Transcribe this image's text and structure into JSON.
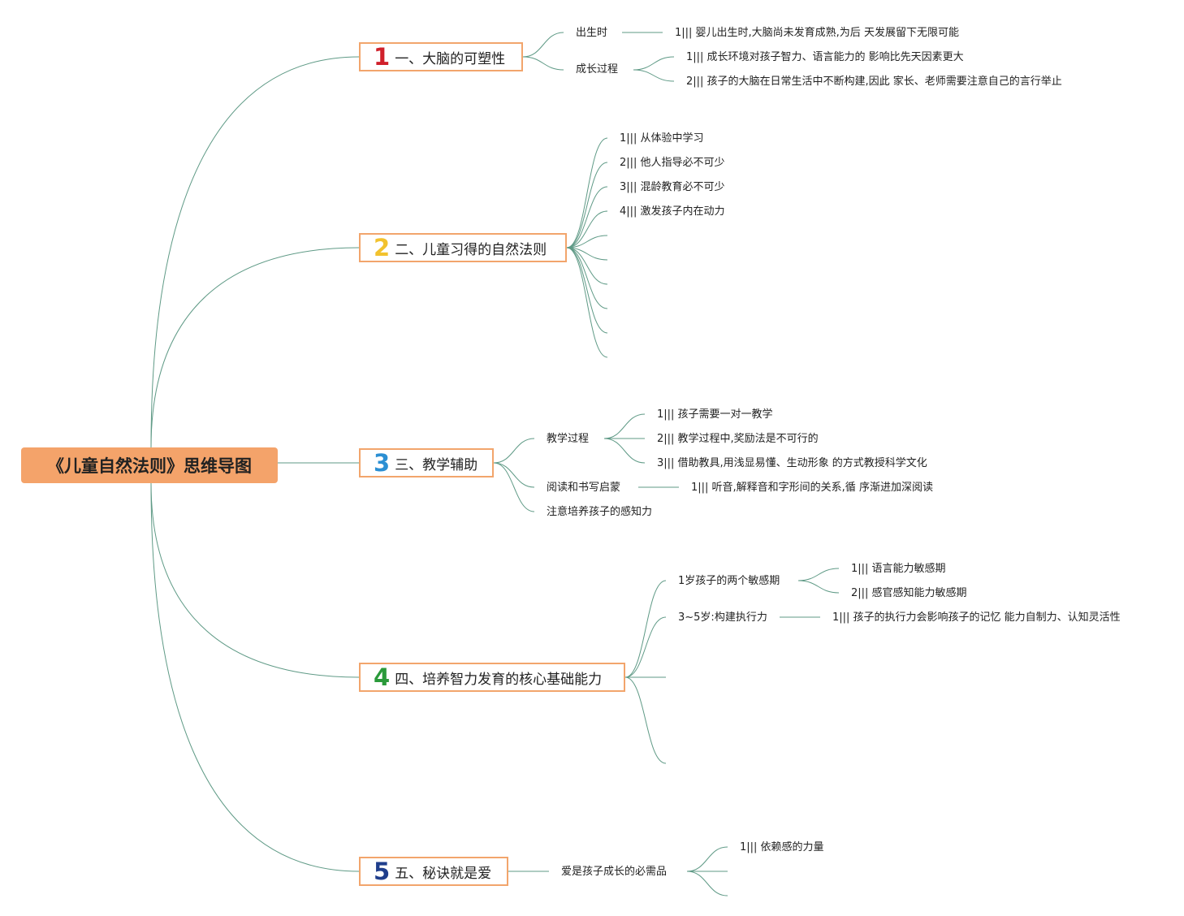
{
  "root": {
    "label": "《儿童自然法则》思维导图"
  },
  "branches": [
    {
      "number": "1",
      "number_color": "#d0202b",
      "label": "一、大脑的可塑性",
      "children": [
        {
          "label": "出生时",
          "items": [
            "1||| 婴儿出生时,大脑尚未发育成熟,为后 天发展留下无限可能"
          ]
        },
        {
          "label": "成长过程",
          "items": [
            "1||| 成长环境对孩子智力、语言能力的 影响比先天因素更大",
            "2||| 孩子的大脑在日常生活中不断构建,因此 家长、老师需要注意自己的言行举止"
          ]
        }
      ]
    },
    {
      "number": "2",
      "number_color": "#f2c22e",
      "label": "二、儿童习得的自然法则",
      "items": [
        "1||| 从体验中学习",
        "2||| 他人指导必不可少",
        "3||| 混龄教育必不可少",
        "4||| 激发孩子内在动力"
      ]
    },
    {
      "number": "3",
      "number_color": "#2b8fd3",
      "label": "三、教学辅助",
      "children": [
        {
          "label": "教学过程",
          "items": [
            "1||| 孩子需要一对一教学",
            "2||| 教学过程中,奖励法是不可行的",
            "3||| 借助教具,用浅显易懂、生动形象 的方式教授科学文化"
          ]
        },
        {
          "label": "阅读和书写启蒙",
          "items": [
            "1||| 听音,解释音和字形间的关系,循 序渐进加深阅读"
          ]
        },
        {
          "label": "注意培养孩子的感知力",
          "items": []
        }
      ]
    },
    {
      "number": "4",
      "number_color": "#2a9a3a",
      "label": "四、培养智力发育的核心基础能力",
      "children": [
        {
          "label": "1岁孩子的两个敏感期",
          "items": [
            "1||| 语言能力敏感期",
            "2||| 感官感知能力敏感期"
          ]
        },
        {
          "label": "3~5岁:构建执行力",
          "items": [
            "1||| 孩子的执行力会影响孩子的记忆 能力自制力、认知灵活性"
          ]
        }
      ]
    },
    {
      "number": "5",
      "number_color": "#1f3e8c",
      "label": "五、秘诀就是爱",
      "children": [
        {
          "label": "爱是孩子成长的必需品",
          "items": [
            "1||| 依赖感的力量"
          ]
        }
      ]
    }
  ]
}
